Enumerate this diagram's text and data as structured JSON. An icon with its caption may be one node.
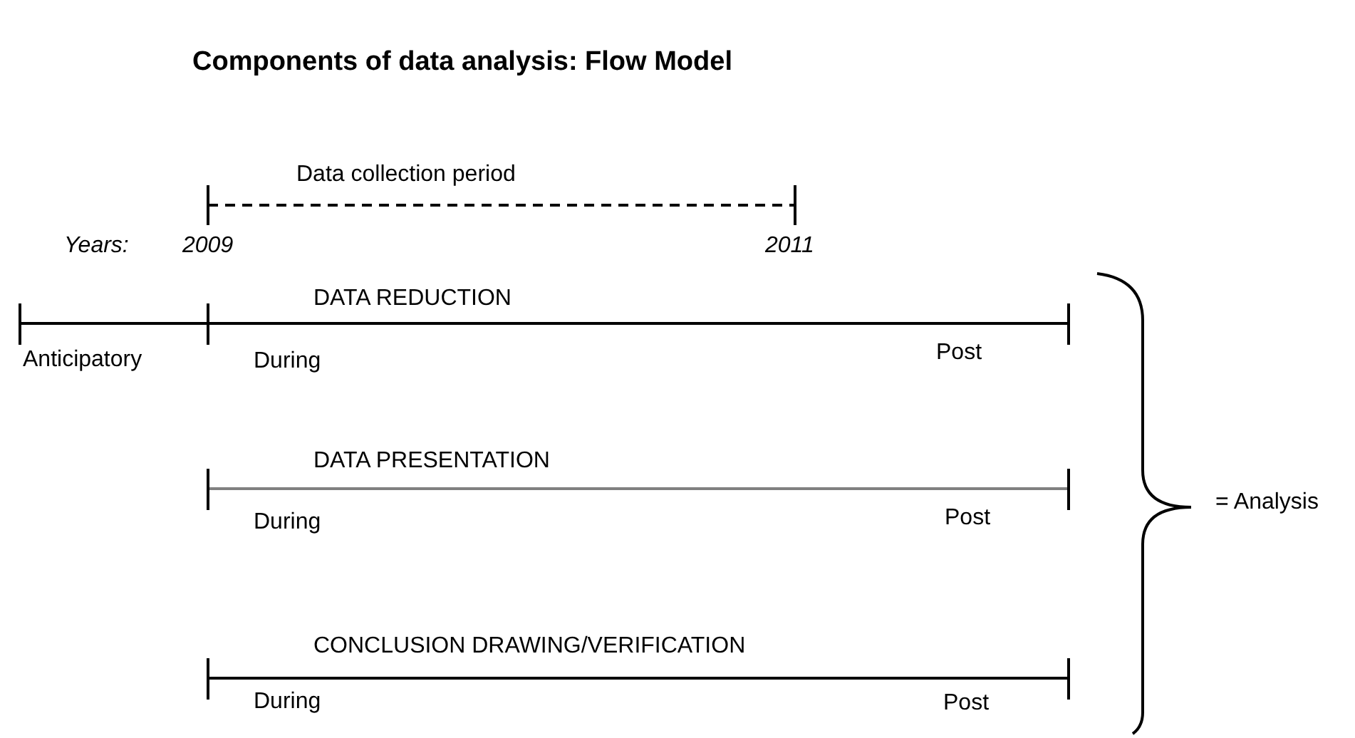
{
  "diagram": {
    "title": "Components of data analysis: Flow Model",
    "labels": [
      "Data collection period",
      "Years:",
      "2009",
      "2011",
      "DATA REDUCTION",
      "Anticipatory",
      "During",
      "Post",
      "DATA PRESENTATION",
      "During",
      "Post",
      "CONCLUSION DRAWING/VERIFICATION",
      "During",
      "Post",
      "= Analysis"
    ]
  }
}
